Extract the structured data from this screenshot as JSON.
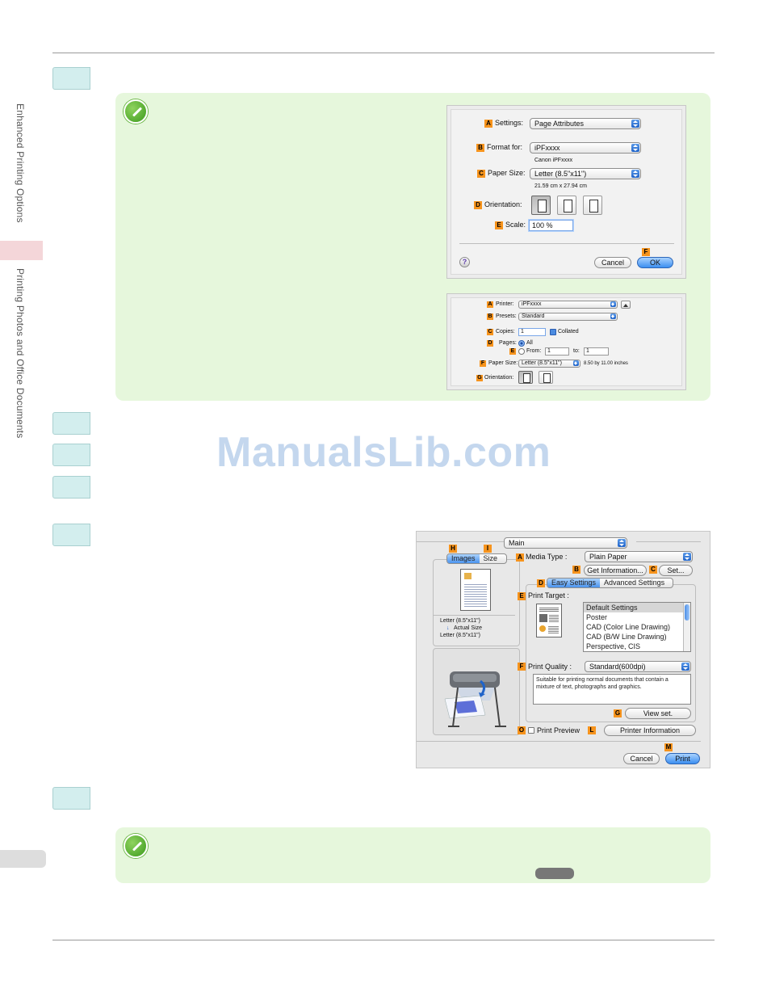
{
  "sidebar": {
    "chapter": "Enhanced Printing Options",
    "section": "Printing Photos and Office Documents"
  },
  "watermark": "ManualsLib.com",
  "page_setup_dialog": {
    "settings_label": "Settings:",
    "settings_value": "Page Attributes",
    "format_for_label": "Format for:",
    "format_for_value": "iPFxxxx",
    "format_for_sub": "Canon iPFxxxx",
    "paper_size_label": "Paper Size:",
    "paper_size_value": "Letter (8.5\"x11\")",
    "paper_size_sub": "21.59 cm x 27.94 cm",
    "orientation_label": "Orientation:",
    "scale_label": "Scale:",
    "scale_value": "100 %",
    "help_glyph": "?",
    "cancel": "Cancel",
    "ok": "OK",
    "tags": {
      "a": "A",
      "b": "B",
      "c": "C",
      "d": "D",
      "e": "E",
      "f": "F"
    }
  },
  "print_dialog_small": {
    "printer_label": "Printer:",
    "printer_value": "iPFxxxx",
    "presets_label": "Presets:",
    "presets_value": "Standard",
    "copies_label": "Copies:",
    "copies_value": "1",
    "collated_label": "Collated",
    "pages_label": "Pages:",
    "pages_all": "All",
    "pages_from": "From:",
    "from_value": "1",
    "to_label": "to:",
    "to_value": "1",
    "paper_size_label": "Paper Size:",
    "paper_size_value": "Letter (8.5\"x11\")",
    "paper_size_inches": "8.50 by 11.00 inches",
    "orientation_label": "Orientation:",
    "tags": {
      "a": "A",
      "b": "B",
      "c": "C",
      "d": "D",
      "e": "E",
      "f": "F",
      "g": "G"
    }
  },
  "main_dialog": {
    "panel_value": "Main",
    "tab_images": "Images",
    "tab_size": "Size",
    "media_type_label": "Media Type :",
    "media_type_value": "Plain Paper",
    "get_information": "Get Information...",
    "set_button": "Set...",
    "easy_settings": "Easy Settings",
    "advanced_settings": "Advanced Settings",
    "print_target_label": "Print Target :",
    "print_targets": [
      "Default Settings",
      "Poster",
      "CAD (Color Line Drawing)",
      "CAD (B/W Line Drawing)",
      "Perspective, CIS"
    ],
    "print_quality_label": "Print Quality :",
    "print_quality_value": "Standard(600dpi)",
    "description": "Suitable for printing normal documents that contain a mixture of text, photographs and graphics.",
    "view_set": "View set.",
    "print_preview": "Print Preview",
    "printer_information": "Printer Information",
    "cancel": "Cancel",
    "print": "Print",
    "size_line1": "Letter (8.5\"x11\")",
    "size_arrow": "↓",
    "size_line2": "Actual Size",
    "size_line3": "Letter (8.5\"x11\")",
    "tags": {
      "h": "H",
      "i": "I",
      "a": "A",
      "b": "B",
      "c": "C",
      "d": "D",
      "e": "E",
      "f": "F",
      "g": "G",
      "o": "O",
      "l": "L",
      "m": "M"
    }
  },
  "colors": {
    "step_box": "#d3eeee",
    "note_bg": "#e6f7dc",
    "tag_orange": "#f7941d",
    "sidebar_tab": "#f4d6d9"
  },
  "icons": {
    "note": "pencil-icon"
  }
}
